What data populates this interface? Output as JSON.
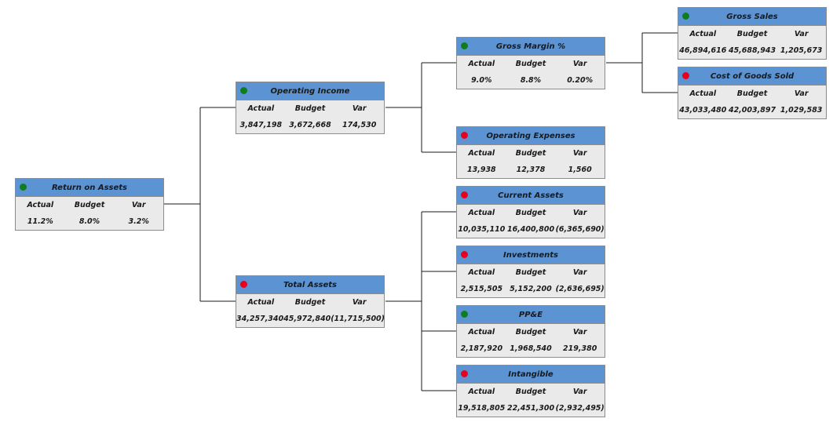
{
  "colors": {
    "header": "#5b93d3",
    "body": "#eaeaea",
    "green": "#0f7d1e",
    "red": "#e8001c"
  },
  "column_labels": {
    "actual": "Actual",
    "budget": "Budget",
    "var": "Var"
  },
  "nodes": {
    "roa": {
      "title": "Return on Assets",
      "status": "green",
      "actual": "11.2%",
      "budget": "8.0%",
      "var": "3.2%"
    },
    "oi": {
      "title": "Operating Income",
      "status": "green",
      "actual": "3,847,198",
      "budget": "3,672,668",
      "var": "174,530"
    },
    "ta": {
      "title": "Total Assets",
      "status": "red",
      "actual": "34,257,340",
      "budget": "45,972,840",
      "var": "(11,715,500)"
    },
    "gm": {
      "title": "Gross Margin %",
      "status": "green",
      "actual": "9.0%",
      "budget": "8.8%",
      "var": "0.20%"
    },
    "opex": {
      "title": "Operating Expenses",
      "status": "red",
      "actual": "13,938",
      "budget": "12,378",
      "var": "1,560"
    },
    "ca": {
      "title": "Current Assets",
      "status": "red",
      "actual": "10,035,110",
      "budget": "16,400,800",
      "var": "(6,365,690)"
    },
    "inv": {
      "title": "Investments",
      "status": "red",
      "actual": "2,515,505",
      "budget": "5,152,200",
      "var": "(2,636,695)"
    },
    "ppe": {
      "title": "PP&E",
      "status": "green",
      "actual": "2,187,920",
      "budget": "1,968,540",
      "var": "219,380"
    },
    "intg": {
      "title": "Intangible",
      "status": "red",
      "actual": "19,518,805",
      "budget": "22,451,300",
      "var": "(2,932,495)"
    },
    "gs": {
      "title": "Gross Sales",
      "status": "green",
      "actual": "46,894,616",
      "budget": "45,688,943",
      "var": "1,205,673"
    },
    "cogs": {
      "title": "Cost of Goods Sold",
      "status": "red",
      "actual": "43,033,480",
      "budget": "42,003,897",
      "var": "1,029,583"
    }
  }
}
